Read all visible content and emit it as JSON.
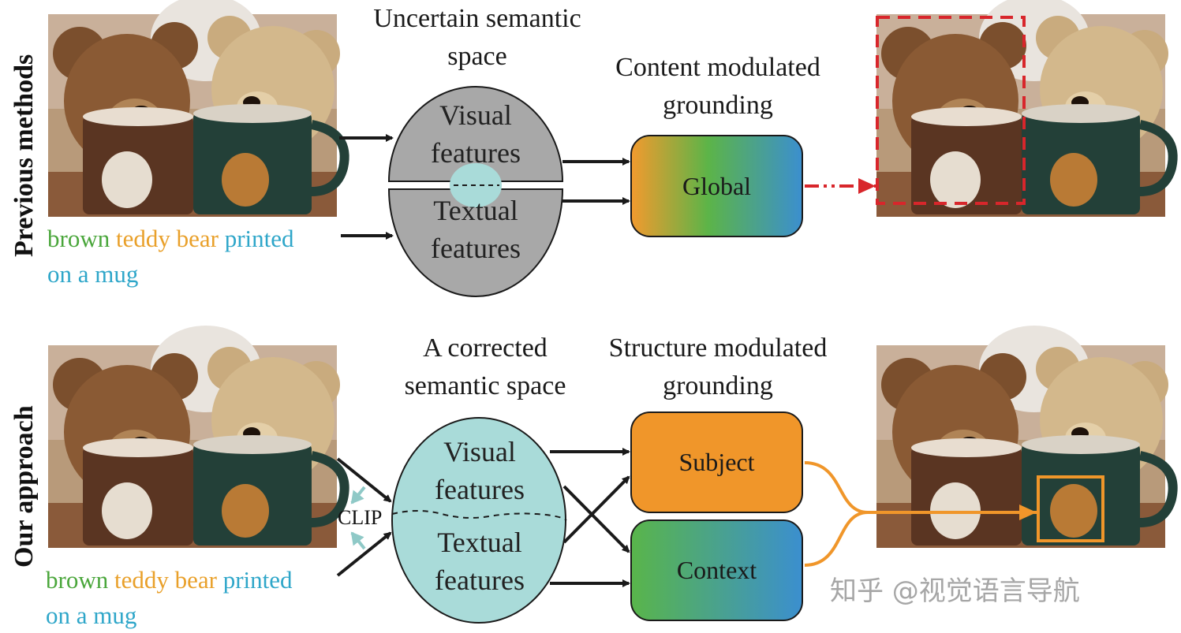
{
  "rows": {
    "previous": {
      "row_label": "Previous methods",
      "semantic_caption": [
        "Uncertain semantic",
        "space"
      ],
      "visual_features": [
        "Visual",
        "features"
      ],
      "textual_features": [
        "Textual",
        "features"
      ],
      "grounding_caption": [
        "Content modulated",
        "grounding"
      ],
      "grounding_box": "Global",
      "query": [
        {
          "text": "brown ",
          "color": "green"
        },
        {
          "text": "teddy bear ",
          "color": "orange"
        },
        {
          "text": "printed",
          "color": "blue"
        },
        {
          "text": "on a mug",
          "color": "blue"
        }
      ]
    },
    "ours": {
      "row_label": "Our approach",
      "semantic_caption": [
        "A corrected",
        "semantic space"
      ],
      "visual_features": [
        "Visual",
        "features"
      ],
      "textual_features": [
        "Textual",
        "features"
      ],
      "grounding_caption": [
        "Structure modulated",
        "grounding"
      ],
      "subject_box": "Subject",
      "context_box": "Context",
      "clip_label": "CLIP",
      "query": [
        {
          "text": "brown ",
          "color": "green"
        },
        {
          "text": "teddy bear ",
          "color": "orange"
        },
        {
          "text": "printed",
          "color": "blue"
        },
        {
          "text": "on a mug",
          "color": "blue"
        }
      ]
    }
  },
  "images": {
    "input_image": "photo of two teddy bears with mugs",
    "previous_result": "photo with large red dashed box over left bear",
    "our_result": "photo with small orange box on bear printed on right mug"
  },
  "colors": {
    "red_dashed": "#d8262b",
    "orange": "#f0962a",
    "teal": "#a9dbd9",
    "gray_ellipse": "#a8a8a8",
    "gradient": [
      "#f29a2e",
      "#5cb448",
      "#3b8fcf"
    ]
  },
  "watermark": "知乎 @视觉语言导航"
}
